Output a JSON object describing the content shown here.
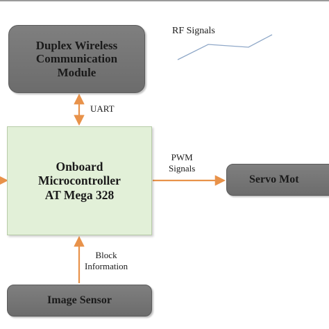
{
  "blocks": {
    "wireless": [
      "Duplex Wireless",
      "Communication",
      "Module"
    ],
    "mcu": [
      "Onboard",
      "Microcontroller",
      "AT Mega 328"
    ],
    "servo": "Servo Mot",
    "sensor": "Image Sensor"
  },
  "labels": {
    "rf": "RF Signals",
    "uart": "UART",
    "pwm": [
      "PWM",
      "Signals"
    ],
    "block_info": [
      "Block",
      "Information"
    ]
  },
  "colors": {
    "arrow": "#e8924a",
    "block_grey": "#7a7a7a",
    "mcu_fill": "#e2f0d8",
    "rf_line": "#8fa8c8"
  }
}
